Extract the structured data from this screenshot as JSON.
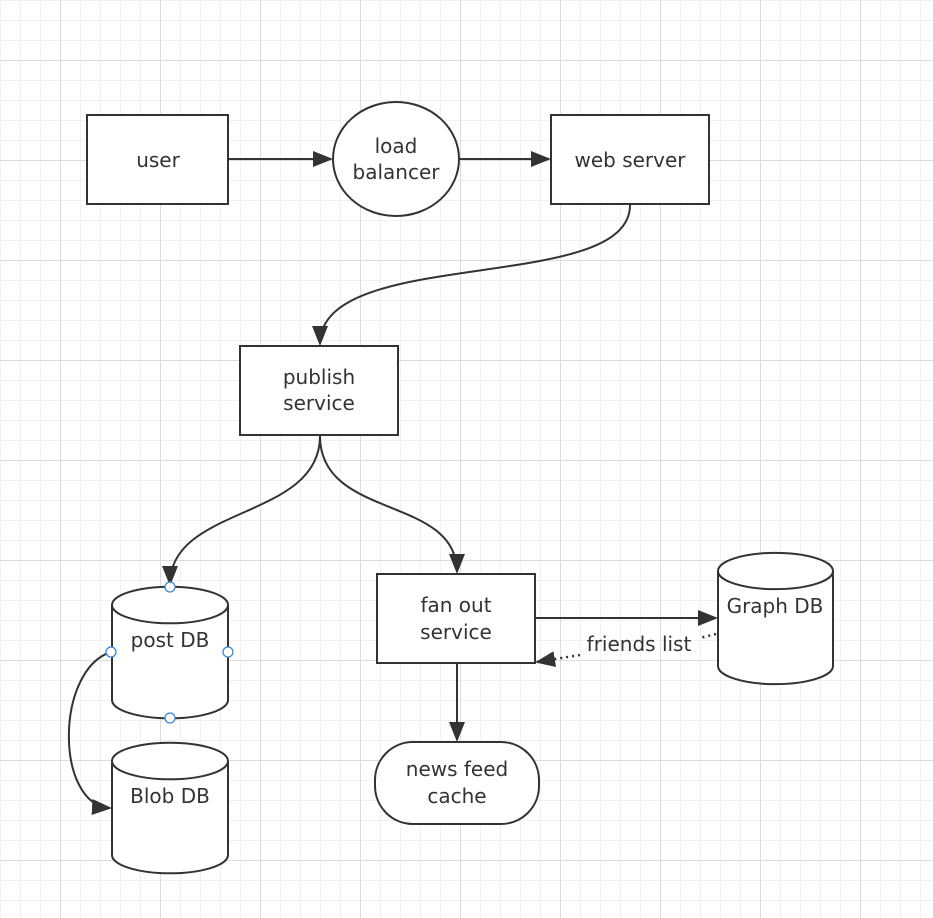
{
  "nodes": {
    "user": "user",
    "load_balancer": [
      "load",
      "balancer"
    ],
    "web_server": "web server",
    "publish_service": [
      "publish",
      "service"
    ],
    "post_db": "post DB",
    "blob_db": "Blob DB",
    "fan_out_service": [
      "fan out",
      "service"
    ],
    "graph_db": "Graph DB",
    "news_feed_cache": [
      "news feed",
      "cache"
    ]
  },
  "edges": {
    "friends_list_label": "friends list"
  },
  "colors": {
    "stroke": "#333333",
    "selection_handle": "#3b86d8",
    "grid_major": "#dcdcdc",
    "grid_minor": "#f1f1f1"
  }
}
